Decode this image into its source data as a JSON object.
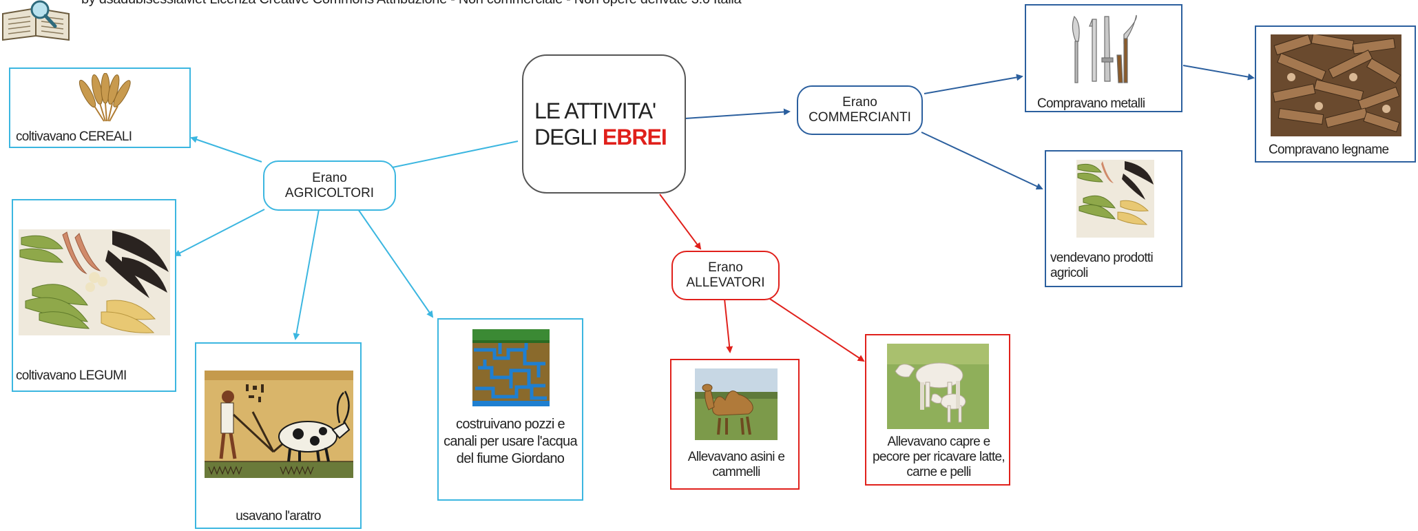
{
  "header": {
    "credit": "by dsadubisessiaMet Licenza Creative Commons Attribuzione - Non commerciale - Non opere derivate 3.0 Italia"
  },
  "center": {
    "line1": "LE ATTIVITA'",
    "line2_prefix": "DEGLI ",
    "line2_highlight": "EBREI",
    "highlight_color": "#e0201b"
  },
  "groups": {
    "agricoltori": {
      "line1": "Erano",
      "line2": "AGRICOLTORI",
      "color": "#3bb6e0"
    },
    "commercianti": {
      "line1": "Erano",
      "line2": "COMMERCIANTI",
      "color": "#2b5f9e"
    },
    "allevatori": {
      "line1": "Erano",
      "line2": "ALLEVATORI",
      "color": "#e0201b"
    }
  },
  "concepts": {
    "cereali": "coltivavano CEREALI",
    "legumi": "coltivavano LEGUMI",
    "aratro": "usavano l'aratro",
    "pozzi": "costruivano pozzi e canali per usare l'acqua del fiume Giordano",
    "metalli": "Compravano metalli",
    "legname": "Compravano legname",
    "prodotti": "vendevano prodotti agricoli",
    "asini": "Allevavano asini e cammelli",
    "capre": "Allevavano capre e pecore per ricavare latte, carne e pelli"
  },
  "icons": {
    "logo": "book-magnifier-icon",
    "cereali": "wheat-icon",
    "legumi": "legumes-icon",
    "aratro": "plough-painting-icon",
    "pozzi": "canals-icon",
    "metalli": "tools-icon",
    "legname": "wood-pile-icon",
    "prodotti": "produce-icon",
    "asini": "camel-icon",
    "capre": "goats-icon"
  }
}
